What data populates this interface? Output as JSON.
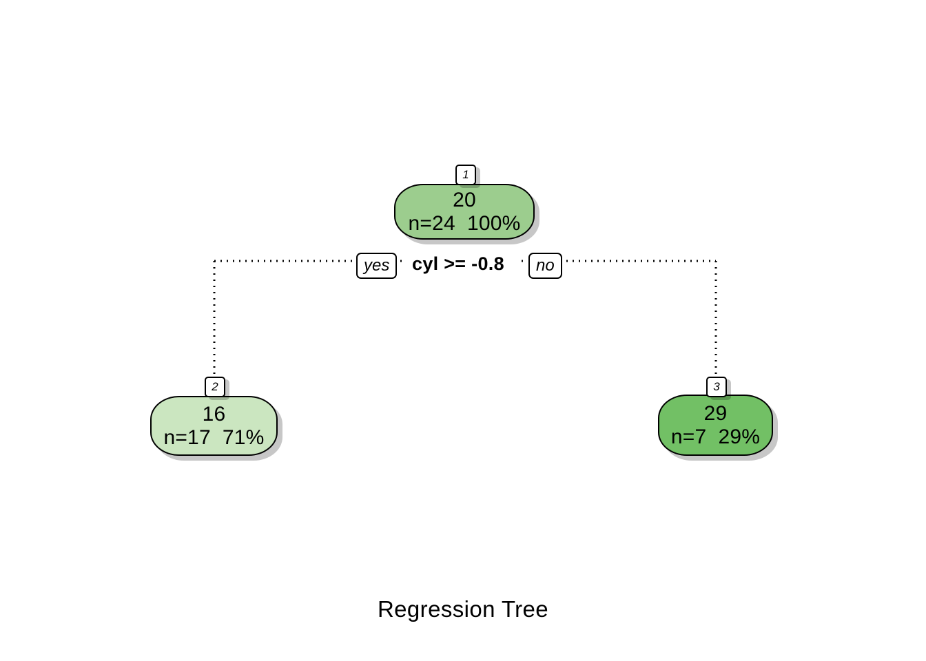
{
  "plot": {
    "title": "Regression Tree",
    "background": "#ffffff",
    "line_color": "#000000",
    "border_color": "#000000",
    "shadow_color": "rgba(0,0,0,0.22)"
  },
  "chart_data": {
    "type": "diagram",
    "diagram_kind": "regression-tree",
    "title": "Regression Tree",
    "total_n": 24,
    "split_variable": "cyl",
    "nodes": [
      {
        "id": "1",
        "role": "root",
        "value": "20",
        "stats": "n=24  100%",
        "n": 24,
        "percent": "100%",
        "fill": "#9ccd8e"
      },
      {
        "id": "2",
        "role": "leaf-left",
        "value": "16",
        "stats": "n=17  71%",
        "n": 17,
        "percent": "71%",
        "fill": "#cbe6c0"
      },
      {
        "id": "3",
        "role": "leaf-right",
        "value": "29",
        "stats": "n=7  29%",
        "n": 7,
        "percent": "29%",
        "fill": "#72c065"
      }
    ],
    "split": {
      "condition": "cyl >= -0.8",
      "yes_label": "yes",
      "no_label": "no",
      "yes_branch_node": "2",
      "no_branch_node": "3"
    }
  }
}
